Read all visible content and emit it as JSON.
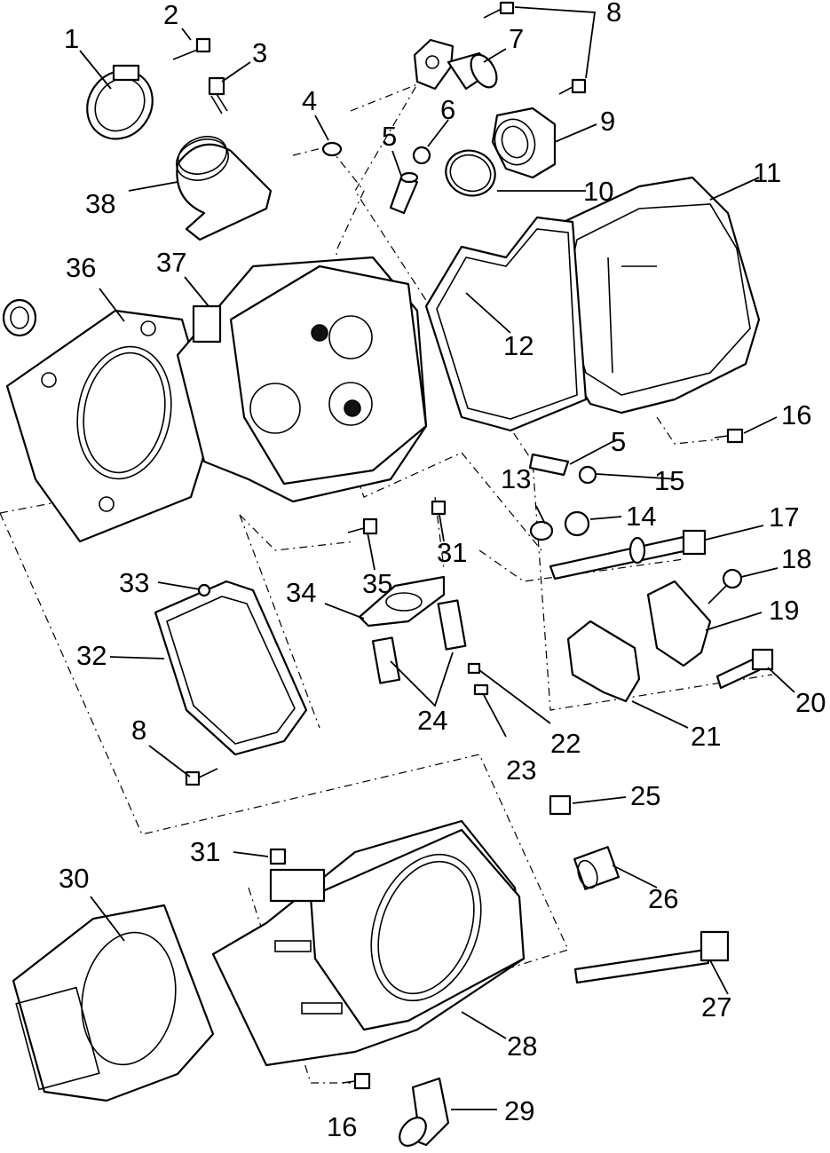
{
  "callouts": {
    "c1": "1",
    "c2": "2",
    "c3": "3",
    "c4": "4",
    "c5a": "5",
    "c5b": "5",
    "c6": "6",
    "c7": "7",
    "c8a": "8",
    "c8b": "8",
    "c9": "9",
    "c10": "10",
    "c11": "11",
    "c12": "12",
    "c13": "13",
    "c14": "14",
    "c15": "15",
    "c16a": "16",
    "c16b": "16",
    "c17": "17",
    "c18": "18",
    "c19": "19",
    "c20": "20",
    "c21": "21",
    "c22": "22",
    "c23": "23",
    "c24": "24",
    "c25": "25",
    "c26": "26",
    "c27": "27",
    "c28": "28",
    "c29": "29",
    "c30": "30",
    "c31a": "31",
    "c31b": "31",
    "c32": "32",
    "c33": "33",
    "c34": "34",
    "c35": "35",
    "c36": "36",
    "c37": "37",
    "c38": "38"
  }
}
